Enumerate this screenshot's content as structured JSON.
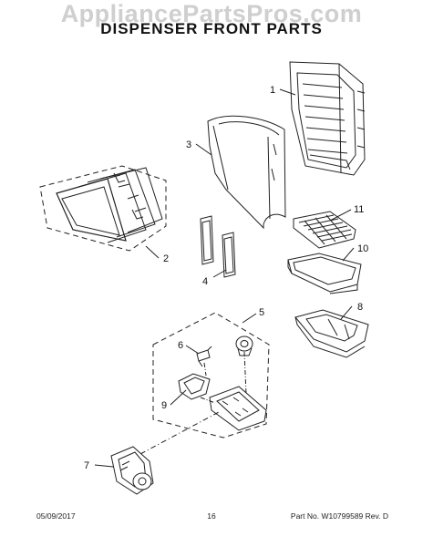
{
  "watermark": "AppliancePartsPros.com",
  "title": "DISPENSER FRONT PARTS",
  "callouts": {
    "c1": "1",
    "c2": "2",
    "c3": "3",
    "c4": "4",
    "c5": "5",
    "c6": "6",
    "c7": "7",
    "c8": "8",
    "c9": "9",
    "c10": "10",
    "c11": "11"
  },
  "footer": {
    "date": "05/09/2017",
    "page": "16",
    "part": "Part No. W10799589  Rev. D"
  }
}
